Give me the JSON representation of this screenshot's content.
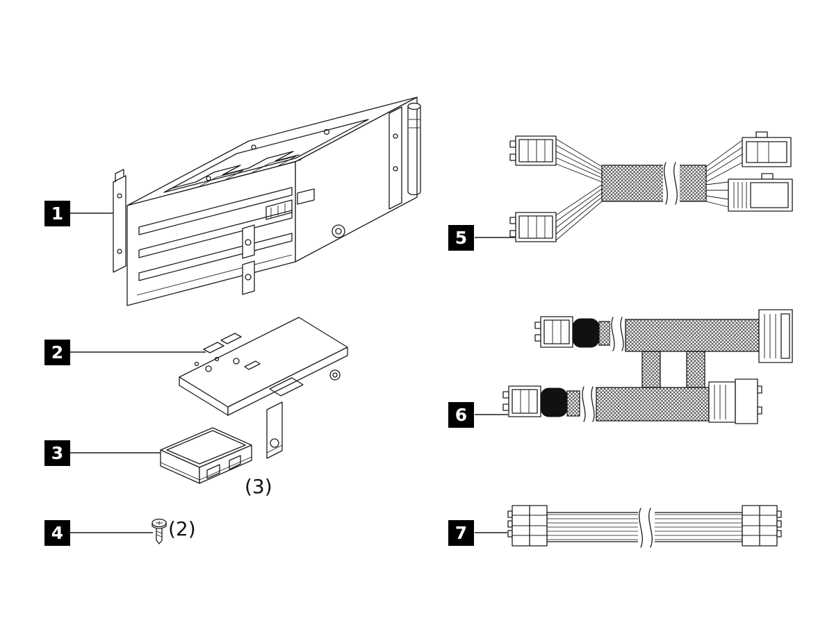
{
  "figure": {
    "background": "#ffffff",
    "line_color": "#1a1a1a",
    "callout_bg": "#000000",
    "callout_fg": "#ffffff"
  },
  "callouts": [
    {
      "number": "1"
    },
    {
      "number": "2"
    },
    {
      "number": "3"
    },
    {
      "number": "4"
    },
    {
      "number": "5"
    },
    {
      "number": "6"
    },
    {
      "number": "7"
    }
  ],
  "quantities": {
    "part3": "(3)",
    "part4": "(2)"
  }
}
